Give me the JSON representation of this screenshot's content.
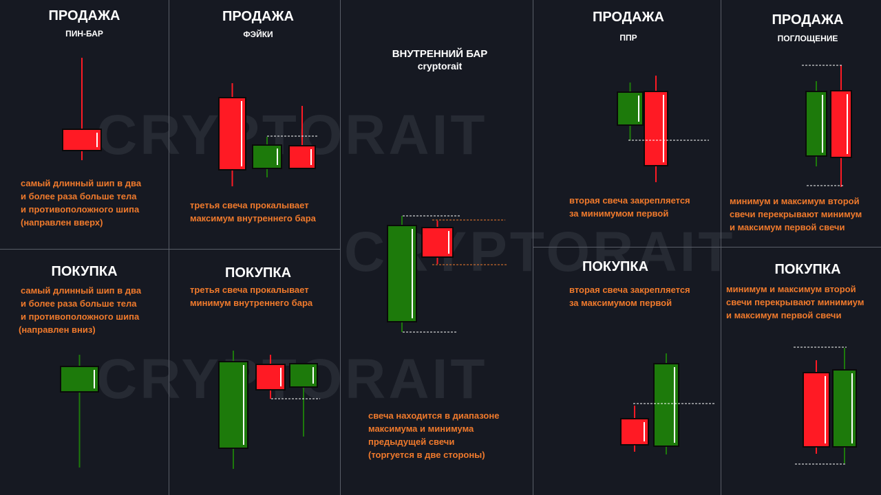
{
  "watermark": "CRYPTORAIT",
  "colors": {
    "background": "#161922",
    "bull": "#1d7a0b",
    "bear": "#ff1a24",
    "description": "#f07a2c",
    "divider": "#5a5e68"
  },
  "panels": {
    "pinbar_sell": {
      "title": "ПРОДАЖА",
      "subtitle": "ПИН-БАР",
      "description": [
        "самый длинный шип в два",
        "и более раза больше тела",
        "и противоположного шипа",
        "(направлен вверх)"
      ]
    },
    "pinbar_buy": {
      "title": "ПОКУПКА",
      "description": [
        "самый длинный шип в два",
        "и более раза больше тела",
        "и противоположного шипа",
        "(направлен вниз)"
      ]
    },
    "fakey_sell": {
      "title": "ПРОДАЖА",
      "subtitle": "ФЭЙКИ",
      "description": [
        "третья свеча прокалывает",
        "максимум внутреннего бара"
      ]
    },
    "fakey_buy": {
      "title": "ПОКУПКА",
      "description": [
        "третья свеча прокалывает",
        "минимум внутреннего бара"
      ]
    },
    "inside_bar": {
      "title": "ВНУТРЕННИЙ БАР",
      "subtitle": "cryptorait",
      "description": [
        "свеча находится в диапазоне",
        "максимума и минимума",
        "предыдущей свечи",
        "(торгуется в две стороны)"
      ]
    },
    "ppr_sell": {
      "title": "ПРОДАЖА",
      "subtitle": "ППР",
      "description": [
        "вторая свеча закрепляется",
        "за минимумом первой"
      ]
    },
    "ppr_buy": {
      "title": "ПОКУПКА",
      "description": [
        "вторая свеча закрепляется",
        "за максимумом первой"
      ]
    },
    "engulf_sell": {
      "title": "ПРОДАЖА",
      "subtitle": "ПОГЛОЩЕНИЕ",
      "description": [
        "минимум и максимум второй",
        "свечи перекрывают минимум",
        "и максимум первой свечи"
      ]
    },
    "engulf_buy": {
      "title": "ПОКУПКА",
      "description": [
        "минимум и максимум второй",
        "свечи перекрывают минимиум",
        "и максимум первой свечи"
      ]
    }
  }
}
